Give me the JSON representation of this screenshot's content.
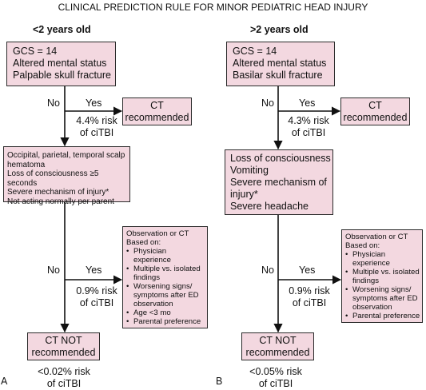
{
  "title": "CLINICAL PREDICTION RULE FOR MINOR PEDIATRIC HEAD INJURY",
  "panels": [
    {
      "letter": "A",
      "header": "<2 years old",
      "box1": [
        "GCS = 14",
        "Altered mental status",
        "Palpable skull fracture"
      ],
      "no1": "No",
      "yes1": "Yes",
      "ct1": [
        "CT",
        "recommended"
      ],
      "risk1": [
        "4.4% risk",
        "of ciTBI"
      ],
      "box2": [
        "Occipital, parietal, temporal scalp",
        "hematoma",
        "Loss of consciousness ≥5 seconds",
        "Severe mechanism of injury*",
        "Not acting normally per parent"
      ],
      "no2": "No",
      "yes2": "Yes",
      "obs_title": [
        "Observation or CT",
        "Based on:"
      ],
      "obs_items": [
        "Physician experience",
        "Multiple vs. isolated findings",
        "Worsening signs/ symptoms after ED observation",
        "Age <3 mo",
        "Parental preference"
      ],
      "risk2": [
        "0.9% risk",
        "of ciTBI"
      ],
      "ctnot": [
        "CT NOT",
        "recommended"
      ],
      "risk3": [
        "<0.02% risk",
        "of ciTBI"
      ]
    },
    {
      "letter": "B",
      "header": ">2 years old",
      "box1": [
        "GCS = 14",
        "Altered mental status",
        "Basilar skull fracture"
      ],
      "no1": "No",
      "yes1": "Yes",
      "ct1": [
        "CT",
        "recommended"
      ],
      "risk1": [
        "4.3% risk",
        "of ciTBI"
      ],
      "box2": [
        "Loss of consciousness",
        "Vomiting",
        "Severe mechanism of",
        "injury*",
        "Severe headache"
      ],
      "no2": "No",
      "yes2": "Yes",
      "obs_title": [
        "Observation or CT",
        "Based on:"
      ],
      "obs_items": [
        "Physician experience",
        "Multiple vs. isolated findings",
        "Worsening signs/ symptoms after ED observation",
        "Parental preference"
      ],
      "risk2": [
        "0.9% risk",
        "of ciTBI"
      ],
      "ctnot": [
        "CT NOT",
        "recommended"
      ],
      "risk3": [
        "<0.05% risk",
        "of ciTBI"
      ]
    }
  ]
}
